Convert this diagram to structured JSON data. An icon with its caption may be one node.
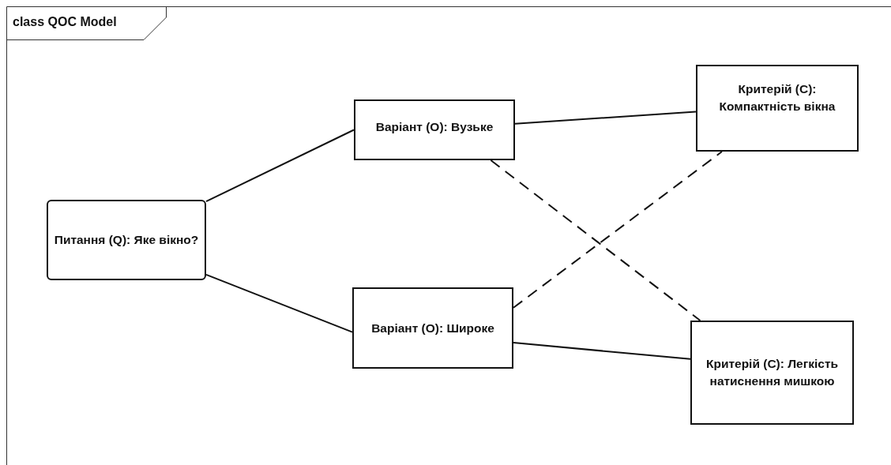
{
  "diagram": {
    "title": "class QOC Model",
    "nodes": [
      {
        "text": [
          "Питання (Q): Яке вікно?"
        ]
      },
      {
        "text": [
          "Варіант (O): Вузьке"
        ]
      },
      {
        "text": [
          "Варіант (O): Широке"
        ]
      },
      {
        "text": [
          "Критерій (C): Компактність вікна"
        ]
      },
      {
        "text": [
          "Критерій (C): Легкість натиснення мишкою"
        ]
      }
    ],
    "edges": [
      {
        "from": 0,
        "to": 1,
        "arrow": "none"
      },
      {
        "from": 0,
        "to": 2,
        "arrow": "none"
      },
      {
        "from": 1,
        "to": 3,
        "arrow": "none"
      },
      {
        "from": 2,
        "to": 4,
        "arrow": "none"
      },
      {
        "from": 1,
        "to": 4,
        "arrow": "none",
        "style": "dashed"
      },
      {
        "from": 2,
        "to": 3,
        "arrow": "none",
        "style": "dashed"
      }
    ]
  }
}
